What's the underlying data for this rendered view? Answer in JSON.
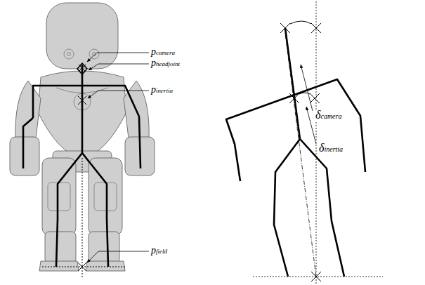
{
  "diagram": {
    "labels": [
      "pcamera",
      "pheadjoint",
      "pinertia",
      "pfield",
      "δcamera",
      "δinertia"
    ]
  }
}
